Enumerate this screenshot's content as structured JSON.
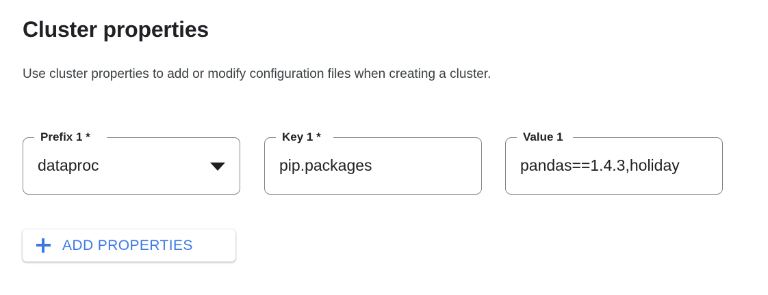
{
  "section": {
    "title": "Cluster properties",
    "description": "Use cluster properties to add or modify configuration files when creating a cluster."
  },
  "fields": [
    {
      "name": "prefix",
      "label": "Prefix 1 *",
      "value": "dataproc",
      "control": "select",
      "icon": "chevron-down-icon",
      "required": true
    },
    {
      "name": "key",
      "label": "Key 1 *",
      "value": "pip.packages",
      "control": "text",
      "required": true
    },
    {
      "name": "value",
      "label": "Value 1",
      "value": "pandas==1.4.3,holiday",
      "control": "text",
      "required": false
    }
  ],
  "actions": {
    "add_properties": {
      "label": "ADD PROPERTIES",
      "icon": "plus-icon"
    }
  },
  "colors": {
    "accent_blue": "#3b78e7",
    "text_primary": "#202124",
    "text_secondary": "#3c4043",
    "field_border": "#80868b",
    "background": "#ffffff"
  }
}
